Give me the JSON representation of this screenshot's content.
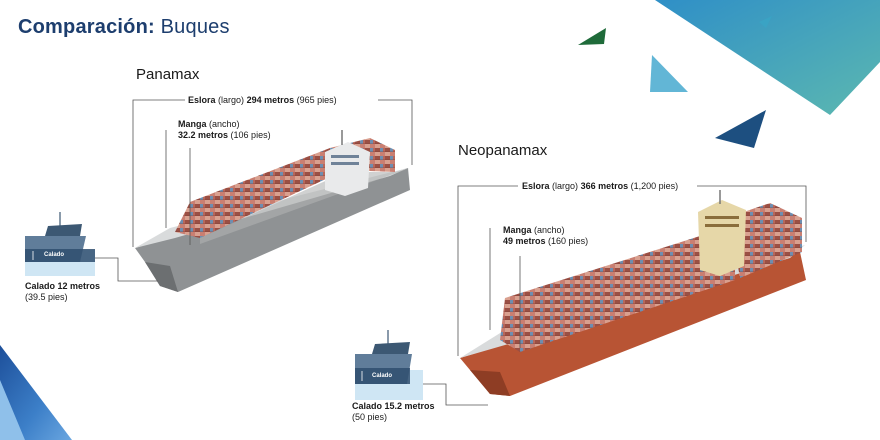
{
  "header": {
    "title_bold": "Comparación:",
    "title_rest": "Buques"
  },
  "panamax": {
    "name": "Panamax",
    "eslora": {
      "term": "Eslora",
      "note": "(largo)",
      "value": "294 metros",
      "alt": "(965 pies)"
    },
    "manga": {
      "term": "Manga",
      "note": "(ancho)",
      "value": "32.2 metros",
      "alt": "(106 pies)"
    },
    "calado": {
      "tag": "Calado",
      "value": "Calado 12 metros",
      "alt": "(39.5 pies)"
    }
  },
  "neopanamax": {
    "name": "Neopanamax",
    "eslora": {
      "term": "Eslora",
      "note": "(largo)",
      "value": "366 metros",
      "alt": "(1,200 pies)"
    },
    "manga": {
      "term": "Manga",
      "note": "(ancho)",
      "value": "49 metros",
      "alt": "(160 pies)"
    },
    "calado": {
      "tag": "Calado",
      "value": "Calado 15.2 metros",
      "alt": "(50 pies)"
    }
  },
  "colors": {
    "title": "#1d3e6e",
    "hull_panamax": "#8f9294",
    "hull_neopanamax": "#b85434",
    "water": "#cfe6f4",
    "accent_green": "#1f6b3a",
    "accent_teal": "#3aa3c4",
    "accent_navy": "#1d4f80"
  }
}
